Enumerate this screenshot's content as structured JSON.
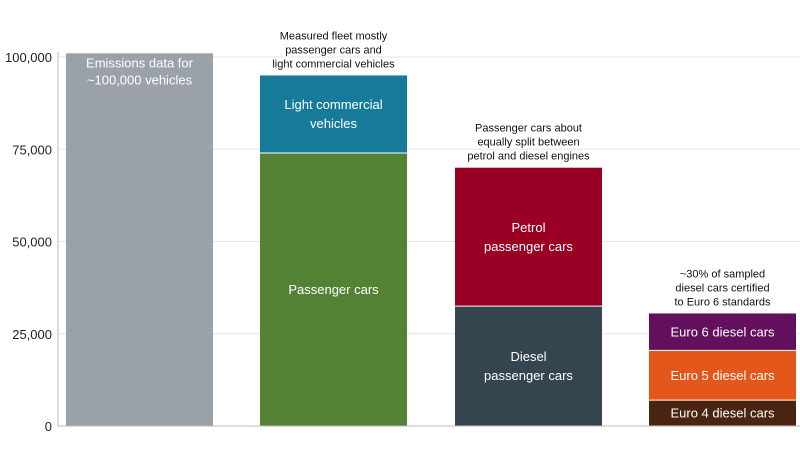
{
  "chart_data": {
    "type": "bar",
    "stacked": true,
    "ylim": [
      0,
      100000
    ],
    "yticks": [
      0,
      25000,
      50000,
      75000,
      100000
    ],
    "ytick_labels": [
      "0",
      "25,000",
      "50,000",
      "75,000",
      "100,000"
    ],
    "grid": true,
    "bars": [
      {
        "annotation": [
          "Emissions data for",
          "~100,000 vehicles"
        ],
        "annotation_inside": true,
        "segments": [
          {
            "label": [],
            "value": 101000,
            "color": "#9aa1a8"
          }
        ]
      },
      {
        "annotation": [
          "Measured fleet mostly",
          "passenger cars and",
          "light commercial vehicles"
        ],
        "annotation_inside": false,
        "segments": [
          {
            "label": [
              "Passenger cars"
            ],
            "value": 74000,
            "color": "#548235"
          },
          {
            "label": [
              "Light commercial",
              "vehicles"
            ],
            "value": 21000,
            "color": "#167a9a"
          }
        ]
      },
      {
        "annotation": [
          "Passenger cars about",
          "equally split between",
          "petrol and diesel engines"
        ],
        "annotation_inside": false,
        "segments": [
          {
            "label": [
              "Diesel",
              "passenger cars"
            ],
            "value": 32500,
            "color": "#344550"
          },
          {
            "label": [
              "Petrol",
              "passenger cars"
            ],
            "value": 37500,
            "color": "#990024"
          }
        ]
      },
      {
        "annotation": [
          "~30% of sampled",
          "diesel cars certified",
          "to Euro 6 standards"
        ],
        "annotation_inside": false,
        "segments": [
          {
            "label": [
              "Euro 4 diesel cars"
            ],
            "value": 7000,
            "color": "#4a2410"
          },
          {
            "label": [
              "Euro 5 diesel cars"
            ],
            "value": 13500,
            "color": "#e4571b"
          },
          {
            "label": [
              "Euro 6 diesel cars"
            ],
            "value": 10000,
            "color": "#620f5e"
          }
        ]
      }
    ]
  }
}
